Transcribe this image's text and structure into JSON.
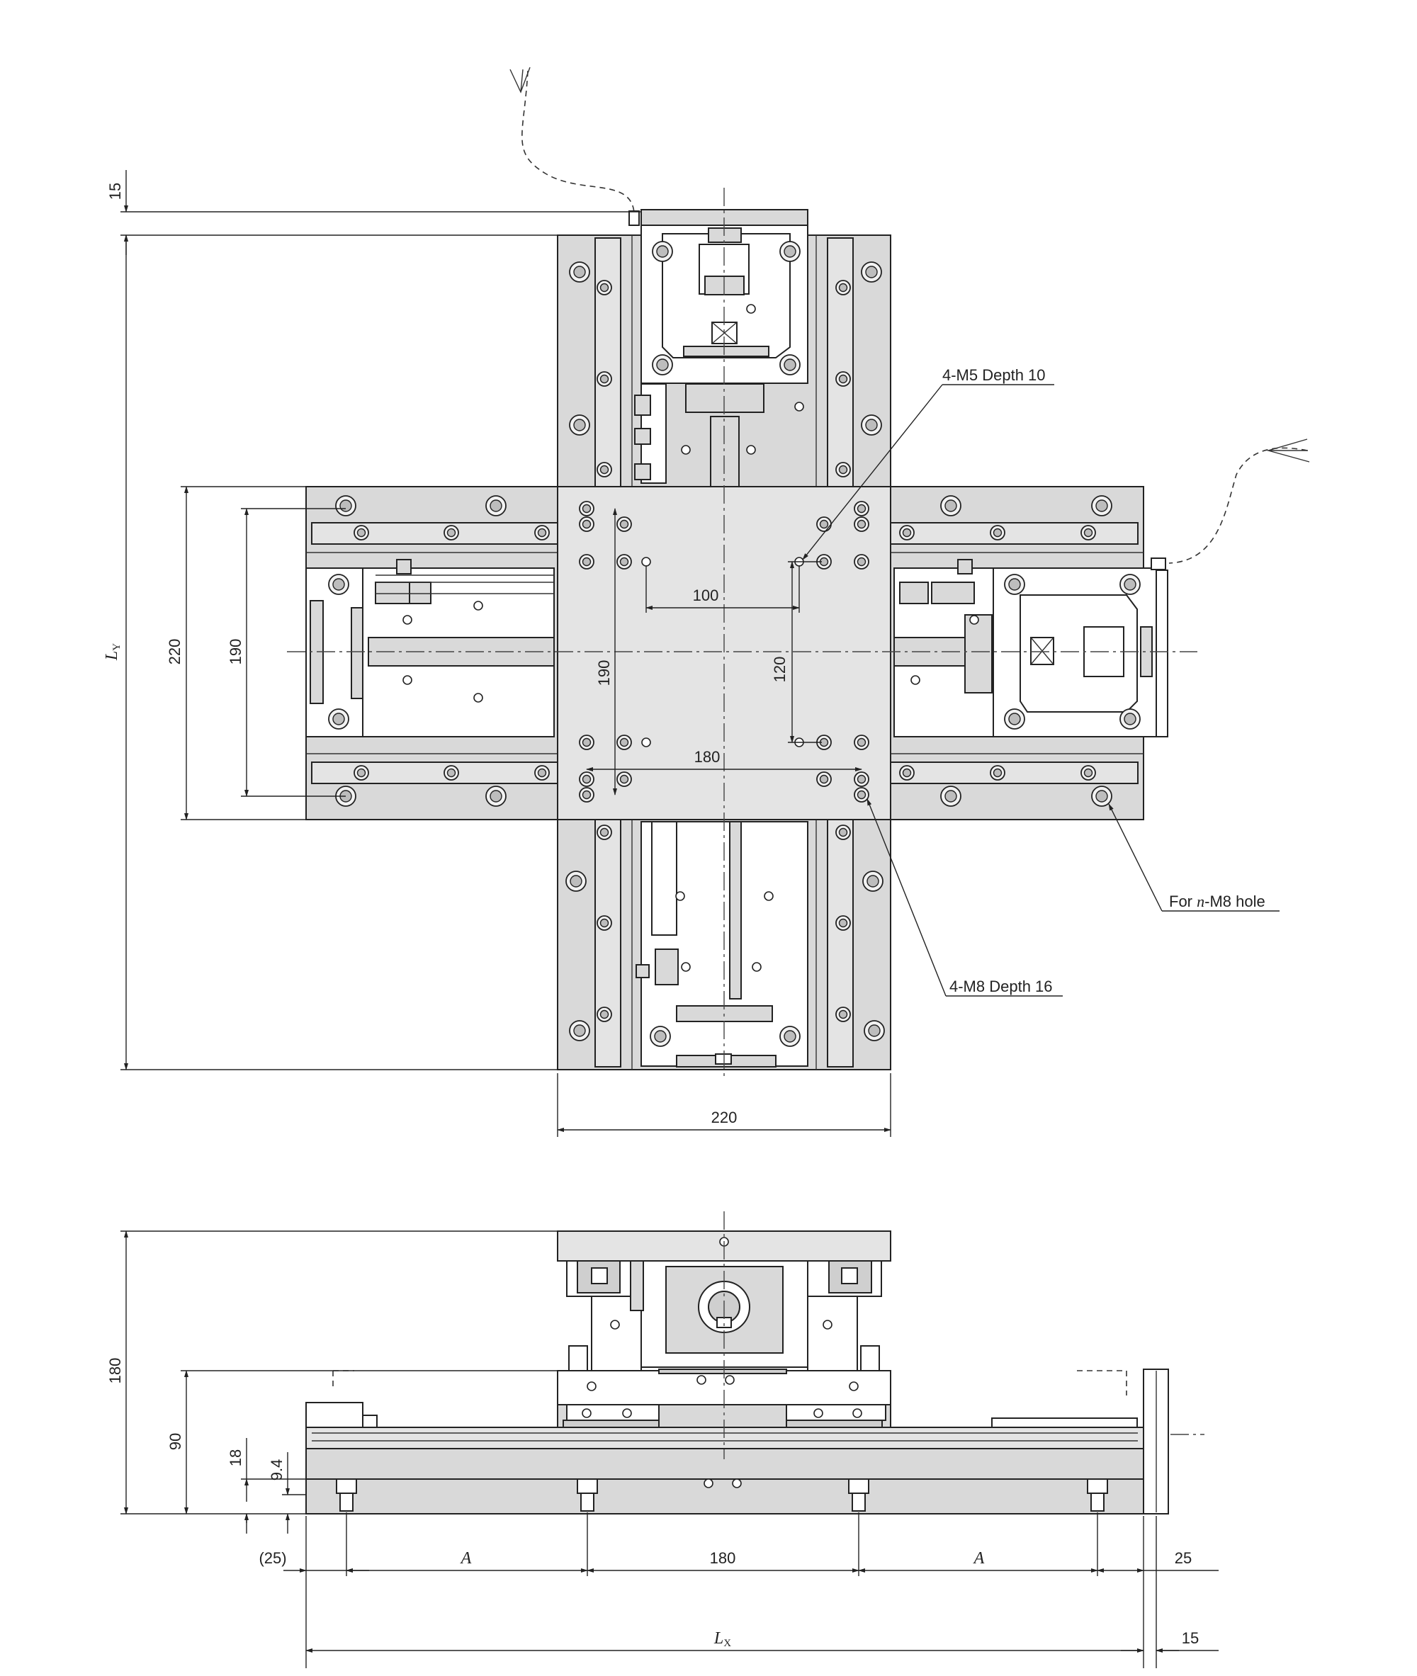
{
  "callouts": {
    "m5": "4-M5 Depth 10",
    "m8": "4-M8 Depth 16",
    "hole_prefix": "For ",
    "hole_n": "n",
    "hole_suffix": "-M8 hole"
  },
  "dims": {
    "top_offset": "15",
    "ly": "L",
    "ly_sub": "Y",
    "x_table_height": "220",
    "x_inner_190": "190",
    "table_190": "190",
    "hole_100": "100",
    "hole_120": "120",
    "hole_180": "180",
    "table_width": "220",
    "height_180": "180",
    "height_90": "90",
    "h18": "18",
    "h94": "9.4",
    "left_25": "(25)",
    "pitch_a": "A",
    "center_180": "180",
    "right_25": "25",
    "lx": "L",
    "lx_sub": "X",
    "right_15": "15"
  }
}
